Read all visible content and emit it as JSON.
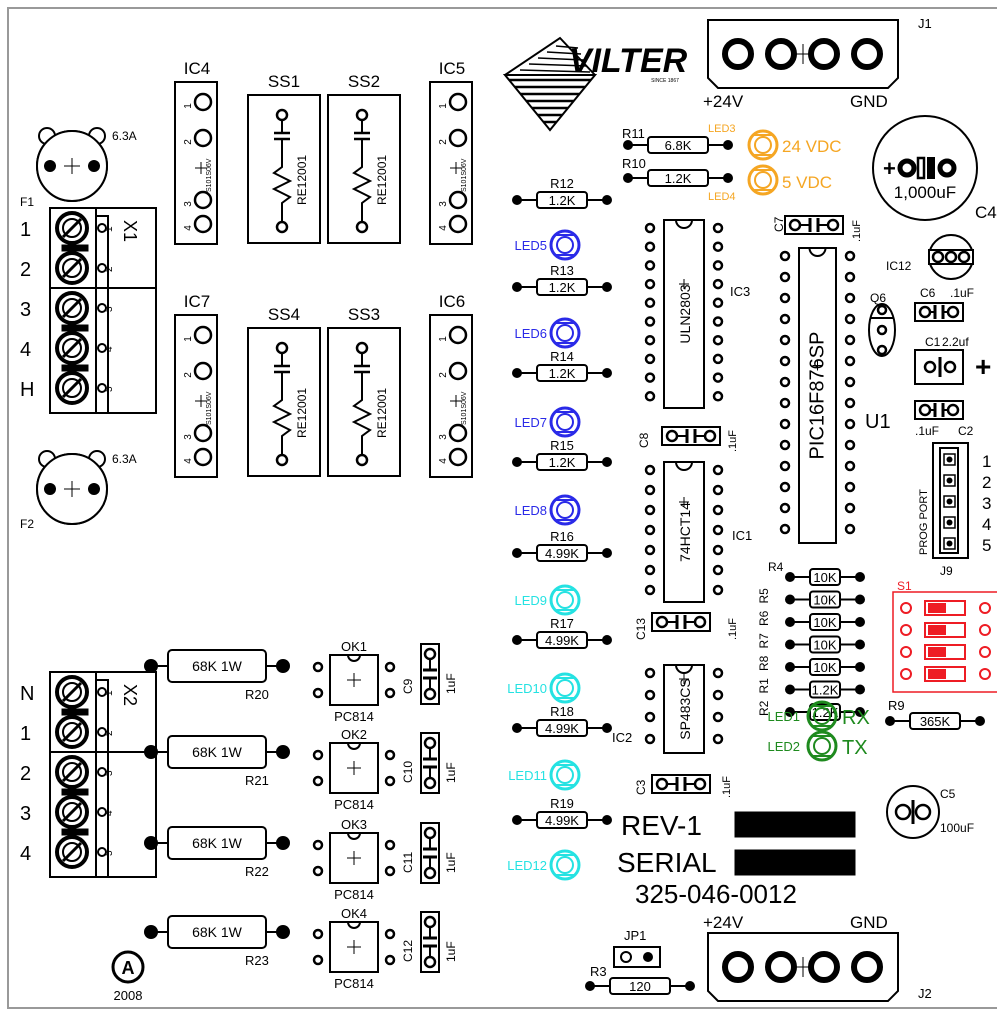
{
  "colors": {
    "ink": "#000000",
    "led_orange": "#f5a623",
    "led_blue": "#2a2ae8",
    "led_cyan": "#25e2e2",
    "led_green": "#1e8a1e",
    "switch_red": "#ee1c24"
  },
  "logo": {
    "name": "VILTER",
    "since": "SINCE 1867"
  },
  "connectors": {
    "j1": {
      "label": "J1",
      "v_label": "+24V",
      "gnd_label": "GND"
    },
    "j2": {
      "label": "J2",
      "v_label": "+24V",
      "gnd_label": "GND"
    }
  },
  "fuses": [
    {
      "ref": "F1",
      "rating": "6.3A"
    },
    {
      "ref": "F2",
      "rating": "6.3A"
    }
  ],
  "terminals": {
    "x1": {
      "ref": "X1",
      "labels": [
        "1",
        "2",
        "3",
        "4",
        "H"
      ],
      "pins": [
        "1",
        "2",
        "3",
        "4",
        "5"
      ]
    },
    "x2": {
      "ref": "X2",
      "labels": [
        "N",
        "1",
        "2",
        "3",
        "4"
      ],
      "pins": [
        "1",
        "2",
        "3",
        "4",
        "5"
      ]
    }
  },
  "ics_relay": [
    {
      "ref": "IC4",
      "part": "S101S06V"
    },
    {
      "ref": "IC5",
      "part": "S101S06V"
    },
    {
      "ref": "IC7",
      "part": "S101S06V"
    },
    {
      "ref": "IC6",
      "part": "S101S06V"
    }
  ],
  "snubbers": [
    {
      "ref": "SS1",
      "part": "RE12001"
    },
    {
      "ref": "SS2",
      "part": "RE12001"
    },
    {
      "ref": "SS4",
      "part": "RE12001"
    },
    {
      "ref": "SS3",
      "part": "RE12001"
    }
  ],
  "relay_pins": [
    "1",
    "2",
    "3",
    "4"
  ],
  "resistors_left": [
    {
      "ref": "R12",
      "value": "1.2K"
    },
    {
      "ref": "R13",
      "value": "1.2K"
    },
    {
      "ref": "R14",
      "value": "1.2K"
    },
    {
      "ref": "R15",
      "value": "1.2K"
    },
    {
      "ref": "R16",
      "value": "4.99K"
    },
    {
      "ref": "R17",
      "value": "4.99K"
    },
    {
      "ref": "R18",
      "value": "4.99K"
    },
    {
      "ref": "R19",
      "value": "4.99K"
    }
  ],
  "leds_left": [
    "LED5",
    "LED6",
    "LED7",
    "LED8",
    "LED9",
    "LED10",
    "LED11",
    "LED12"
  ],
  "power_leds": [
    {
      "ref": "LED3",
      "text": "24 VDC"
    },
    {
      "ref": "LED4",
      "text": "5 VDC"
    }
  ],
  "power_resistors": [
    {
      "ref": "R11",
      "value": "6.8K"
    },
    {
      "ref": "R10",
      "value": "1.2K"
    }
  ],
  "big_cap": {
    "ref": "C4",
    "value": "1,000uF",
    "plus": "+"
  },
  "ic_chips": {
    "ic3": {
      "ref": "IC3",
      "part": "ULN2803"
    },
    "ic1": {
      "ref": "IC1",
      "part": "74HCT14"
    },
    "ic2": {
      "ref": "IC2",
      "part": "SP483CS"
    },
    "u1": {
      "ref": "U1",
      "part": "PIC16F876SP"
    }
  },
  "caps_small": [
    {
      "ref": "C7",
      "value": ".1uF"
    },
    {
      "ref": "C8",
      "value": ".1uF"
    },
    {
      "ref": "C13",
      "value": ".1uF"
    },
    {
      "ref": "C3",
      "value": ".1uF"
    },
    {
      "ref": "C6",
      "value": ".1uF"
    },
    {
      "ref": "C2",
      "value": ".1uF"
    }
  ],
  "c1": {
    "ref": "C1",
    "value": "2.2uf",
    "plus": "+"
  },
  "ic12": {
    "ref": "IC12"
  },
  "q6": {
    "ref": "Q6"
  },
  "resistor_pack": [
    {
      "ref": "R4",
      "value": "10K"
    },
    {
      "ref": "R5",
      "value": "10K"
    },
    {
      "ref": "R6",
      "value": "10K"
    },
    {
      "ref": "R7",
      "value": "10K"
    },
    {
      "ref": "R8",
      "value": "10K"
    },
    {
      "ref": "R1",
      "value": "1.2K"
    },
    {
      "ref": "R2",
      "value": "1.2K"
    }
  ],
  "r9": {
    "ref": "R9",
    "value": "365K"
  },
  "prog_port": {
    "ref": "J9",
    "label": "PROG PORT",
    "pins": [
      "1",
      "2",
      "3",
      "4",
      "5"
    ]
  },
  "dip": {
    "ref": "S1"
  },
  "comm_leds": [
    {
      "ref": "LED1",
      "text": "RX"
    },
    {
      "ref": "LED2",
      "text": "TX"
    }
  ],
  "c5": {
    "ref": "C5",
    "value": "100uF"
  },
  "rev": "REV-1",
  "serial": "SERIAL",
  "part_number": "325-046-0012",
  "power_resistors_big": [
    {
      "ref": "R20",
      "value": "68K 1W"
    },
    {
      "ref": "R21",
      "value": "68K 1W"
    },
    {
      "ref": "R22",
      "value": "68K 1W"
    },
    {
      "ref": "R23",
      "value": "68K 1W"
    }
  ],
  "optos": [
    {
      "ref": "OK1",
      "part": "PC814"
    },
    {
      "ref": "OK2",
      "part": "PC814"
    },
    {
      "ref": "OK3",
      "part": "PC814"
    },
    {
      "ref": "OK4",
      "part": "PC814"
    }
  ],
  "opto_caps": [
    {
      "ref": "C9",
      "value": "1uF"
    },
    {
      "ref": "C10",
      "value": "1uF"
    },
    {
      "ref": "C11",
      "value": "1uF"
    },
    {
      "ref": "C12",
      "value": "1uF"
    }
  ],
  "jp1": {
    "ref": "JP1"
  },
  "r3": {
    "ref": "R3",
    "value": "120"
  },
  "year": "2008"
}
